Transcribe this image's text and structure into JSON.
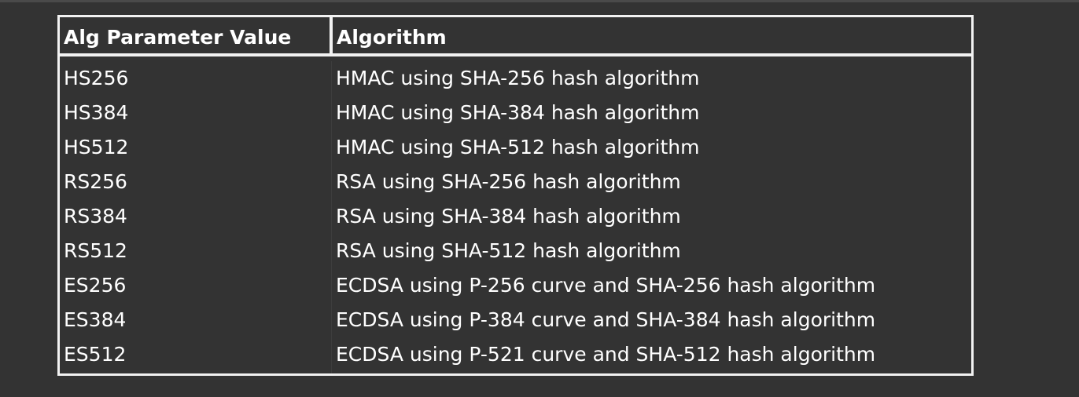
{
  "table": {
    "headers": {
      "param": "Alg Parameter Value",
      "algorithm": "Algorithm"
    },
    "rows": [
      {
        "param": "HS256",
        "algorithm": "HMAC using SHA-256 hash algorithm"
      },
      {
        "param": "HS384",
        "algorithm": "HMAC using SHA-384 hash algorithm"
      },
      {
        "param": "HS512",
        "algorithm": "HMAC using SHA-512 hash algorithm"
      },
      {
        "param": "RS256",
        "algorithm": "RSA using SHA-256 hash algorithm"
      },
      {
        "param": "RS384",
        "algorithm": "RSA using SHA-384 hash algorithm"
      },
      {
        "param": "RS512",
        "algorithm": "RSA using SHA-512 hash algorithm"
      },
      {
        "param": "ES256",
        "algorithm": "ECDSA using P-256 curve and SHA-256 hash algorithm"
      },
      {
        "param": "ES384",
        "algorithm": "ECDSA using P-384 curve and SHA-384 hash algorithm"
      },
      {
        "param": "ES512",
        "algorithm": "ECDSA using P-521 curve and SHA-512 hash algorithm"
      }
    ]
  },
  "colors": {
    "background": "#333333",
    "text": "#ffffff",
    "border": "#f2f2f2"
  }
}
